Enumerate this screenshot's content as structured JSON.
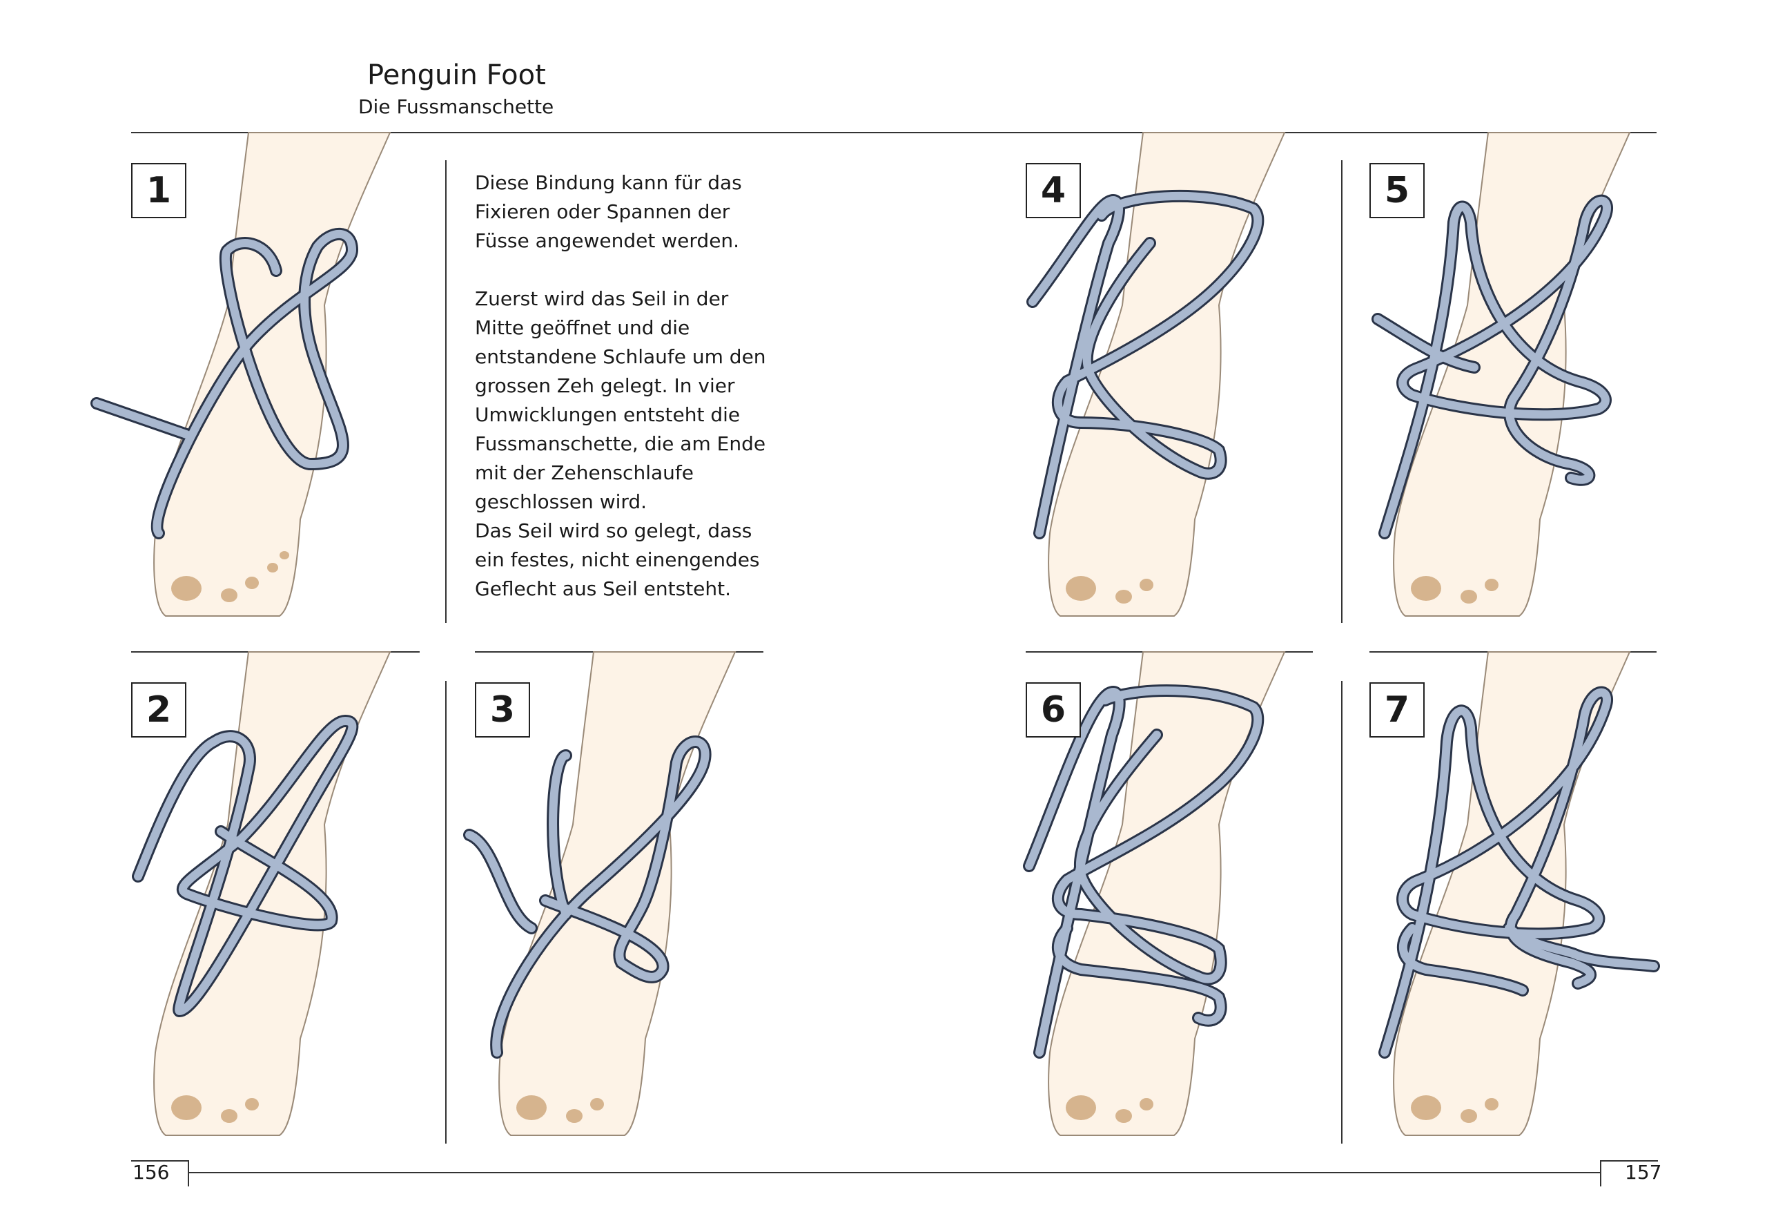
{
  "header": {
    "title": "Penguin Foot",
    "subtitle": "Die Fussmanschette"
  },
  "intro": {
    "paragraphs": [
      "Diese Bindung kann für das Fixieren oder Spannen der Füsse angewendet werden.",
      "Zuerst wird das Seil in der Mitte geöffnet und die entstandene Schlaufe um den grossen Zeh gelegt. In vier Umwicklungen entsteht die Fussmanschette, die am Ende mit der Zehenschlaufe geschlossen wird.",
      "Das Seil wird so gelegt, dass ein festes, nicht einengendes Geflecht aus Seil entsteht."
    ]
  },
  "steps": [
    {
      "number": "1"
    },
    {
      "number": "2"
    },
    {
      "number": "3"
    },
    {
      "number": "4"
    },
    {
      "number": "5"
    },
    {
      "number": "6"
    },
    {
      "number": "7"
    }
  ],
  "footer": {
    "page_left": "156",
    "page_right": "157"
  },
  "colors": {
    "skin": "#fdf3e7",
    "nail": "#d6b48e",
    "rope": "#a9b8cf",
    "rope_outline": "#2a3448",
    "rule": "#333333"
  }
}
